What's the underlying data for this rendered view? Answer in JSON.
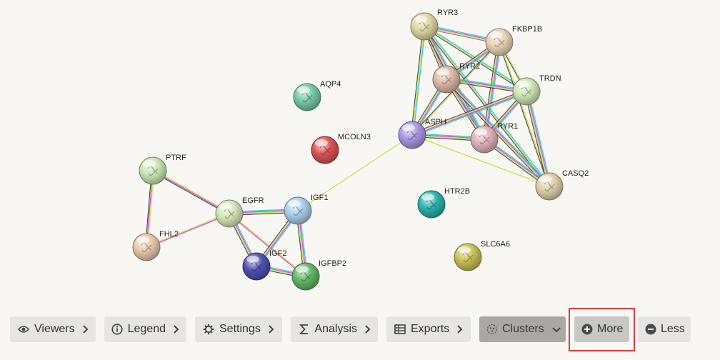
{
  "nodes": [
    {
      "id": "RYR3",
      "label": "RYR3",
      "color": "#ded6a0"
    },
    {
      "id": "FKBP1B",
      "label": "FKBP1B",
      "color": "#e6d3b6"
    },
    {
      "id": "RYR2",
      "label": "RYR2",
      "color": "#dcb9a8"
    },
    {
      "id": "TRDN",
      "label": "TRDN",
      "color": "#cfe7b4"
    },
    {
      "id": "AQP4",
      "label": "AQP4",
      "color": "#76c8a6"
    },
    {
      "id": "ASPH",
      "label": "ASPH",
      "color": "#a996e2"
    },
    {
      "id": "RYR1",
      "label": "RYR1",
      "color": "#e0b2b8"
    },
    {
      "id": "MCOLN3",
      "label": "MCOLN3",
      "color": "#d95454"
    },
    {
      "id": "PTRF",
      "label": "PTRF",
      "color": "#c7e7b2"
    },
    {
      "id": "CASQ2",
      "label": "CASQ2",
      "color": "#dfd0aa"
    },
    {
      "id": "HTR2B",
      "label": "HTR2B",
      "color": "#2bb1ac"
    },
    {
      "id": "IGF1",
      "label": "IGF1",
      "color": "#a9cfe8"
    },
    {
      "id": "EGFR",
      "label": "EGFR",
      "color": "#d4e5b6"
    },
    {
      "id": "FHL2",
      "label": "FHL2",
      "color": "#e8c8aa"
    },
    {
      "id": "IGF2",
      "label": "IGF2",
      "color": "#4f50b0"
    },
    {
      "id": "IGFBP2",
      "label": "IGFBP2",
      "color": "#63b766"
    },
    {
      "id": "SLC6A6",
      "label": "SLC6A6",
      "color": "#c7bf55"
    }
  ],
  "edges": [
    {
      "a": "RYR3",
      "b": "FKBP1B",
      "colors": [
        "#2ecdd6",
        "#d84ad8",
        "#c9e04d",
        "#7f7f7f"
      ]
    },
    {
      "a": "RYR3",
      "b": "RYR2",
      "colors": [
        "#2ecdd6",
        "#d84ad8",
        "#c9e04d",
        "#444444"
      ]
    },
    {
      "a": "RYR3",
      "b": "TRDN",
      "colors": [
        "#2ecdd6",
        "#c9e04d",
        "#444444"
      ]
    },
    {
      "a": "RYR3",
      "b": "ASPH",
      "colors": [
        "#2ecdd6",
        "#c9e04d",
        "#444444"
      ]
    },
    {
      "a": "RYR3",
      "b": "RYR1",
      "colors": [
        "#2ecdd6",
        "#d84ad8",
        "#c9e04d",
        "#444444"
      ]
    },
    {
      "a": "RYR3",
      "b": "CASQ2",
      "colors": [
        "#2ecdd6",
        "#c9e04d",
        "#444444"
      ]
    },
    {
      "a": "FKBP1B",
      "b": "RYR2",
      "colors": [
        "#2ecdd6",
        "#d84ad8",
        "#c9e04d",
        "#444444"
      ]
    },
    {
      "a": "FKBP1B",
      "b": "TRDN",
      "colors": [
        "#c9e04d",
        "#444444"
      ]
    },
    {
      "a": "FKBP1B",
      "b": "ASPH",
      "colors": [
        "#c9e04d",
        "#444444"
      ]
    },
    {
      "a": "FKBP1B",
      "b": "RYR1",
      "colors": [
        "#2ecdd6",
        "#d84ad8",
        "#c9e04d",
        "#444444"
      ]
    },
    {
      "a": "FKBP1B",
      "b": "CASQ2",
      "colors": [
        "#c9e04d",
        "#444444"
      ]
    },
    {
      "a": "RYR2",
      "b": "TRDN",
      "colors": [
        "#2ecdd6",
        "#d84ad8",
        "#c9e04d",
        "#444444"
      ]
    },
    {
      "a": "RYR2",
      "b": "ASPH",
      "colors": [
        "#2ecdd6",
        "#d84ad8",
        "#c9e04d",
        "#444444"
      ]
    },
    {
      "a": "RYR2",
      "b": "RYR1",
      "colors": [
        "#2ecdd6",
        "#d84ad8",
        "#c9e04d",
        "#444444"
      ]
    },
    {
      "a": "RYR2",
      "b": "CASQ2",
      "colors": [
        "#2ecdd6",
        "#d84ad8",
        "#c9e04d",
        "#444444"
      ]
    },
    {
      "a": "TRDN",
      "b": "ASPH",
      "colors": [
        "#2ecdd6",
        "#d84ad8",
        "#c9e04d",
        "#444444"
      ]
    },
    {
      "a": "TRDN",
      "b": "RYR1",
      "colors": [
        "#2ecdd6",
        "#d84ad8",
        "#c9e04d",
        "#444444"
      ]
    },
    {
      "a": "TRDN",
      "b": "CASQ2",
      "colors": [
        "#2ecdd6",
        "#d84ad8",
        "#c9e04d",
        "#444444"
      ]
    },
    {
      "a": "ASPH",
      "b": "RYR1",
      "colors": [
        "#2ecdd6",
        "#d84ad8",
        "#c9e04d",
        "#444444"
      ]
    },
    {
      "a": "ASPH",
      "b": "CASQ2",
      "colors": [
        "#c9e04d"
      ]
    },
    {
      "a": "RYR1",
      "b": "CASQ2",
      "colors": [
        "#2ecdd6",
        "#d84ad8",
        "#c9e04d",
        "#444444"
      ]
    },
    {
      "a": "ASPH",
      "b": "IGF1",
      "colors": [
        "#c9e04d"
      ]
    },
    {
      "a": "PTRF",
      "b": "EGFR",
      "colors": [
        "#c9e04d",
        "#d84ad8",
        "#444444"
      ]
    },
    {
      "a": "PTRF",
      "b": "FHL2",
      "colors": [
        "#c9e04d",
        "#d84ad8",
        "#444444"
      ]
    },
    {
      "a": "FHL2",
      "b": "EGFR",
      "colors": [
        "#c9e04d",
        "#d84ad8"
      ]
    },
    {
      "a": "EGFR",
      "b": "IGF1",
      "colors": [
        "#2ecdd6",
        "#d84ad8",
        "#c9e04d",
        "#444444"
      ]
    },
    {
      "a": "EGFR",
      "b": "IGF2",
      "colors": [
        "#2ecdd6",
        "#d84ad8",
        "#c9e04d",
        "#444444"
      ]
    },
    {
      "a": "EGFR",
      "b": "IGFBP2",
      "colors": [
        "#c9e04d",
        "#d84ad8"
      ]
    },
    {
      "a": "IGF1",
      "b": "IGF2",
      "colors": [
        "#2ecdd6",
        "#d84ad8",
        "#c9e04d",
        "#444444"
      ]
    },
    {
      "a": "IGF1",
      "b": "IGFBP2",
      "colors": [
        "#2ecdd6",
        "#d84ad8",
        "#c9e04d",
        "#444444"
      ]
    },
    {
      "a": "IGF2",
      "b": "IGFBP2",
      "colors": [
        "#2ecdd6",
        "#d84ad8",
        "#c9e04d",
        "#444444"
      ]
    }
  ],
  "toolbar": {
    "viewers": {
      "label": "Viewers",
      "icon": "eye-icon"
    },
    "legend": {
      "label": "Legend",
      "icon": "info-icon"
    },
    "settings": {
      "label": "Settings",
      "icon": "gear-icon"
    },
    "analysis": {
      "label": "Analysis",
      "icon": "sigma-icon"
    },
    "exports": {
      "label": "Exports",
      "icon": "table-icon"
    },
    "clusters": {
      "label": "Clusters",
      "icon": "cluster-icon"
    },
    "more": {
      "label": "More",
      "icon": "plus-circle-icon"
    },
    "less": {
      "label": "Less",
      "icon": "minus-circle-icon"
    }
  }
}
